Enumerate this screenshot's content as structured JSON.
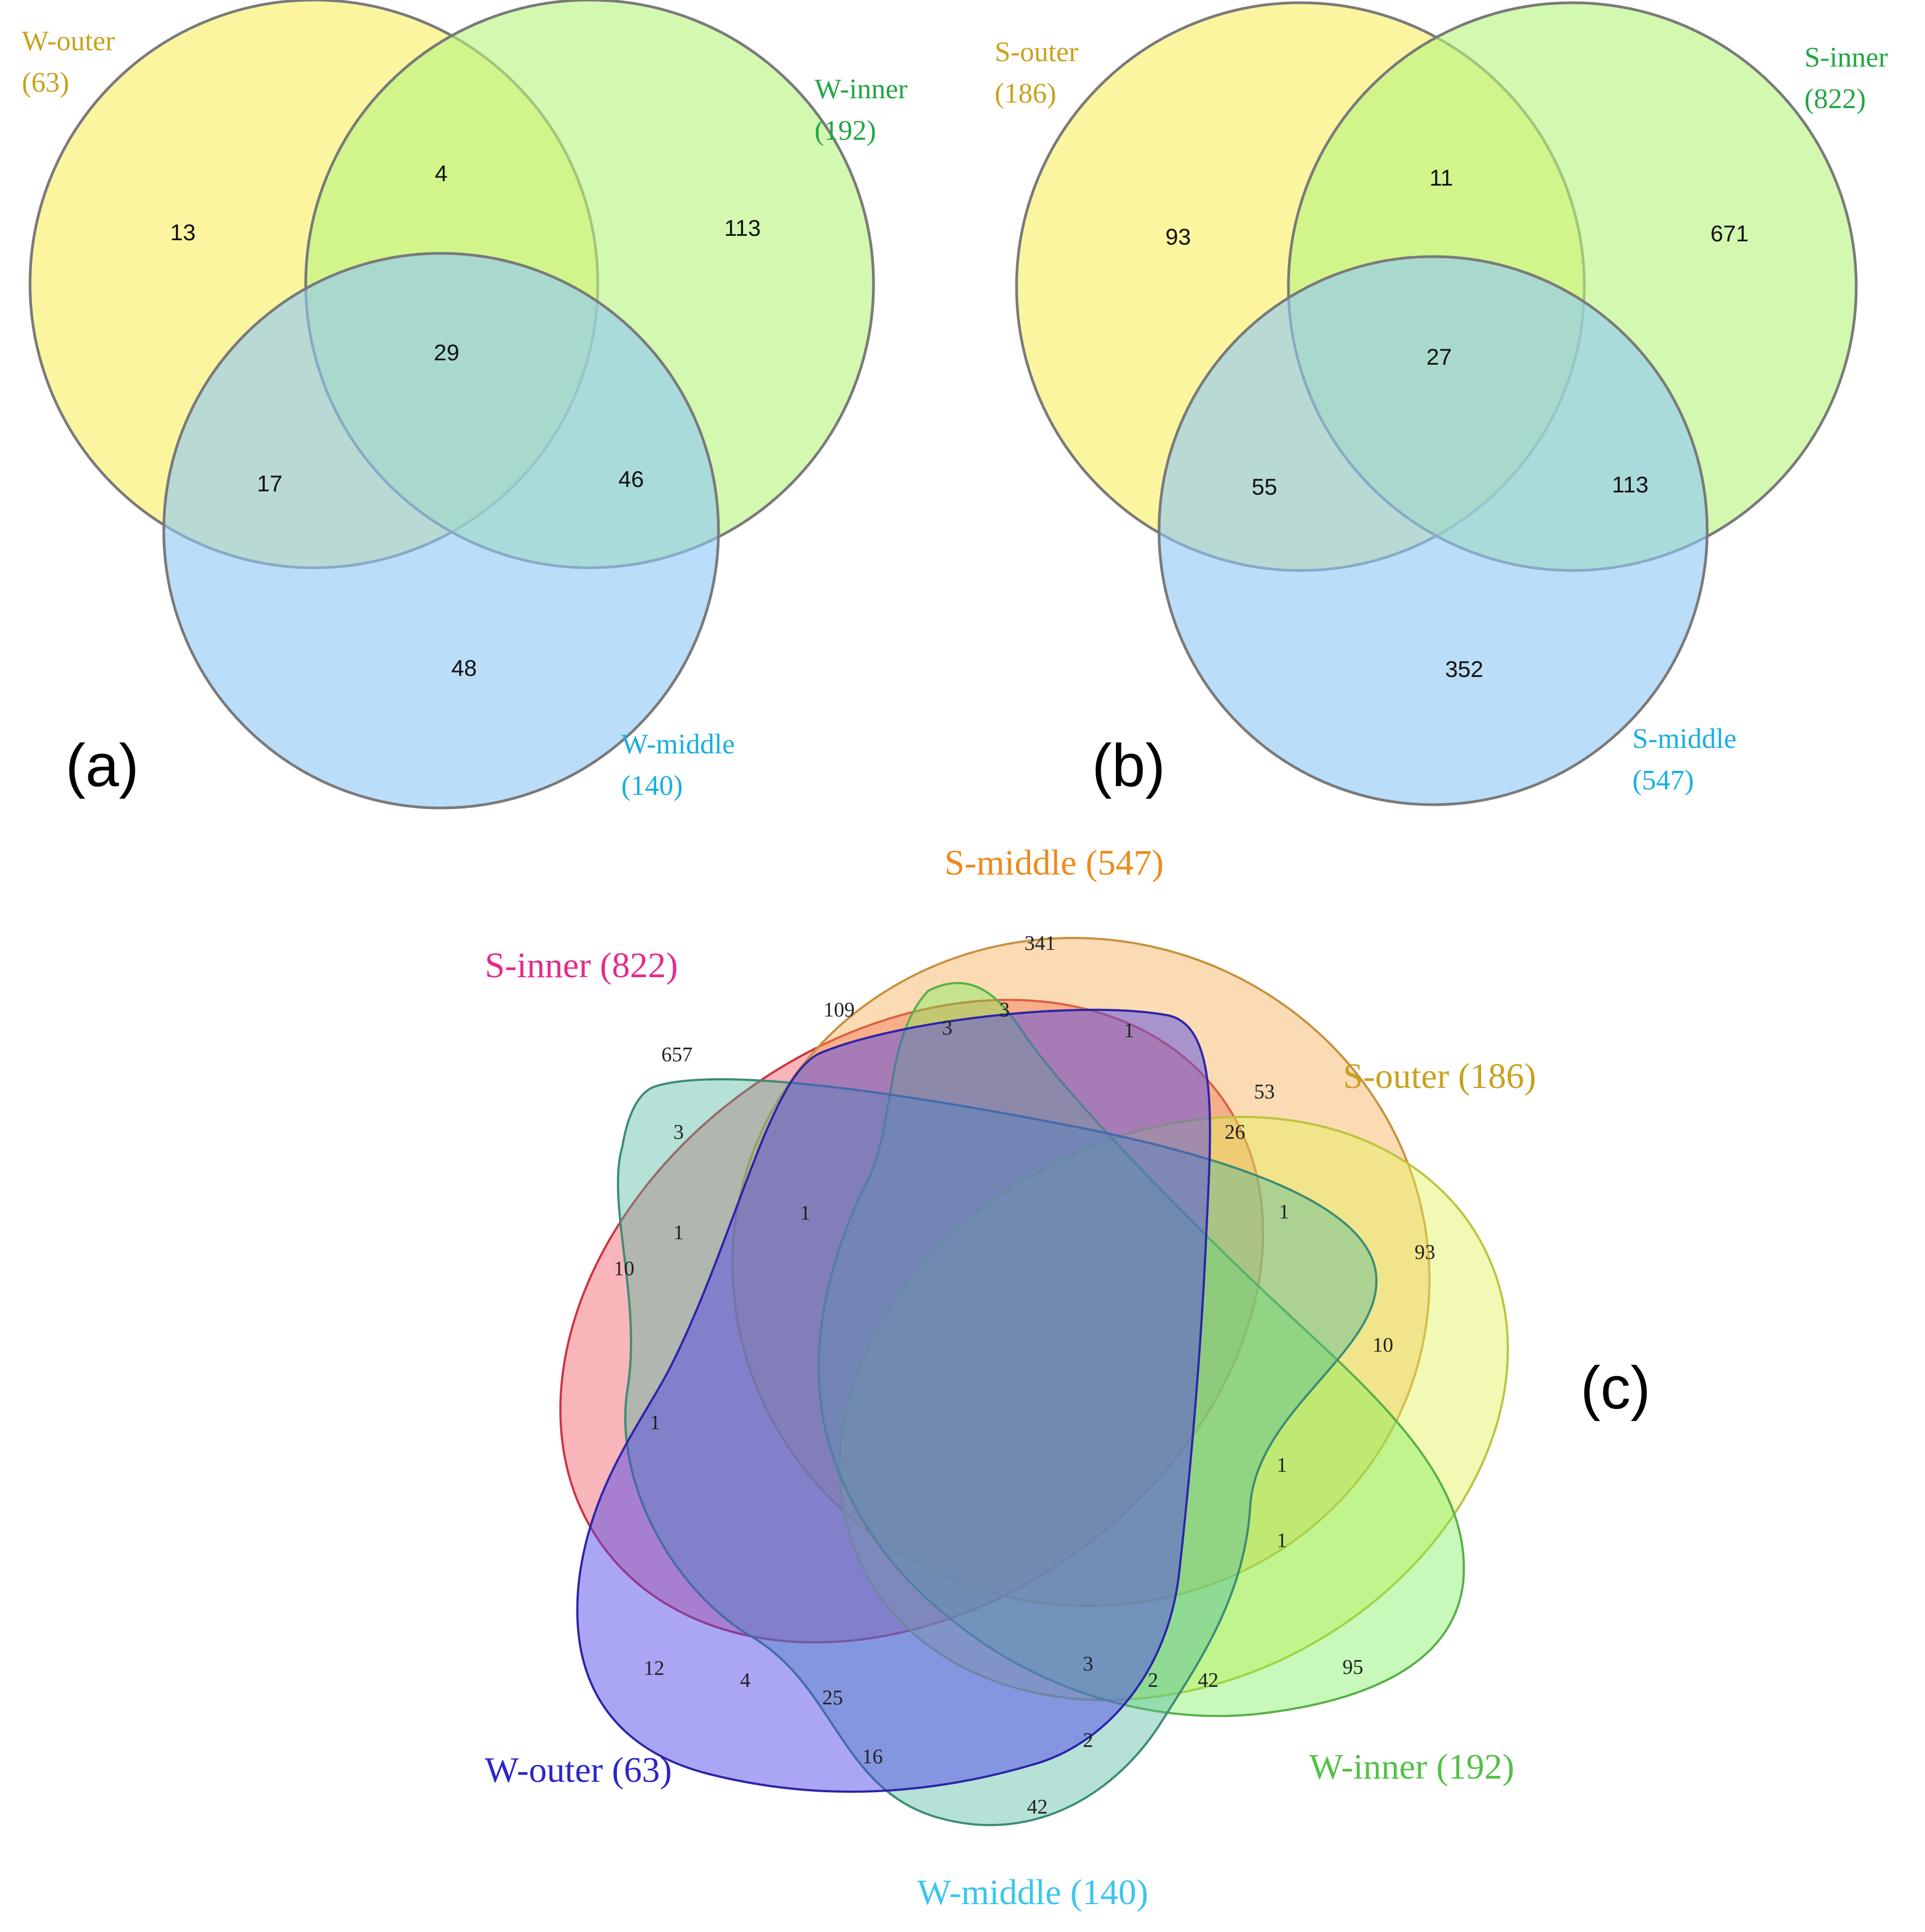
{
  "panels": {
    "a": {
      "tag": "(a)",
      "sets": [
        {
          "label": "W-outer",
          "count": "(63)",
          "color": "#f9f17c",
          "label_color": "#c8a21e"
        },
        {
          "label": "W-inner",
          "count": "(192)",
          "color": "#b6f57e",
          "label_color": "#21a644"
        },
        {
          "label": "W-middle",
          "count": "(140)",
          "color": "#8fc8f5",
          "label_color": "#19aee0"
        }
      ],
      "regions": {
        "only_1": "13",
        "only_2": "113",
        "only_3": "48",
        "r_12": "4",
        "r_13": "17",
        "r_23": "46",
        "r_123": "29"
      }
    },
    "b": {
      "tag": "(b)",
      "sets": [
        {
          "label": "S-outer",
          "count": "(186)",
          "color": "#f9f17c",
          "label_color": "#c8a21e"
        },
        {
          "label": "S-inner",
          "count": "(822)",
          "color": "#b6f57e",
          "label_color": "#21a644"
        },
        {
          "label": "S-middle",
          "count": "(547)",
          "color": "#8fc8f5",
          "label_color": "#19aee0"
        }
      ],
      "regions": {
        "only_1": "93",
        "only_2": "671",
        "only_3": "352",
        "r_12": "11",
        "r_13": "55",
        "r_23": "113",
        "r_123": "27"
      }
    },
    "c": {
      "tag": "(c)",
      "sets": [
        {
          "label": "S-middle (547)",
          "color": "#f5a540",
          "label_color": "#ee8a1c"
        },
        {
          "label": "S-inner (822)",
          "color": "#ef5a66",
          "label_color": "#e42b8c"
        },
        {
          "label": "S-outer (186)",
          "color": "#e3f25a",
          "label_color": "#c8a21e"
        },
        {
          "label": "W-inner (192)",
          "color": "#6ef04c",
          "label_color": "#52c146"
        },
        {
          "label": "W-middle (140)",
          "color": "#4fb89e",
          "label_color": "#39c6ee"
        },
        {
          "label": "W-outer (63)",
          "color": "#4f44e8",
          "label_color": "#2b26c9"
        }
      ],
      "region_values": [
        "341",
        "109",
        "3",
        "3",
        "1",
        "657",
        "53",
        "26",
        "3",
        "1",
        "1",
        "10",
        "93",
        "10",
        "1",
        "1",
        "1",
        "1",
        "95",
        "12",
        "4",
        "25",
        "3",
        "2",
        "42",
        "2",
        "16",
        "42"
      ]
    }
  }
}
